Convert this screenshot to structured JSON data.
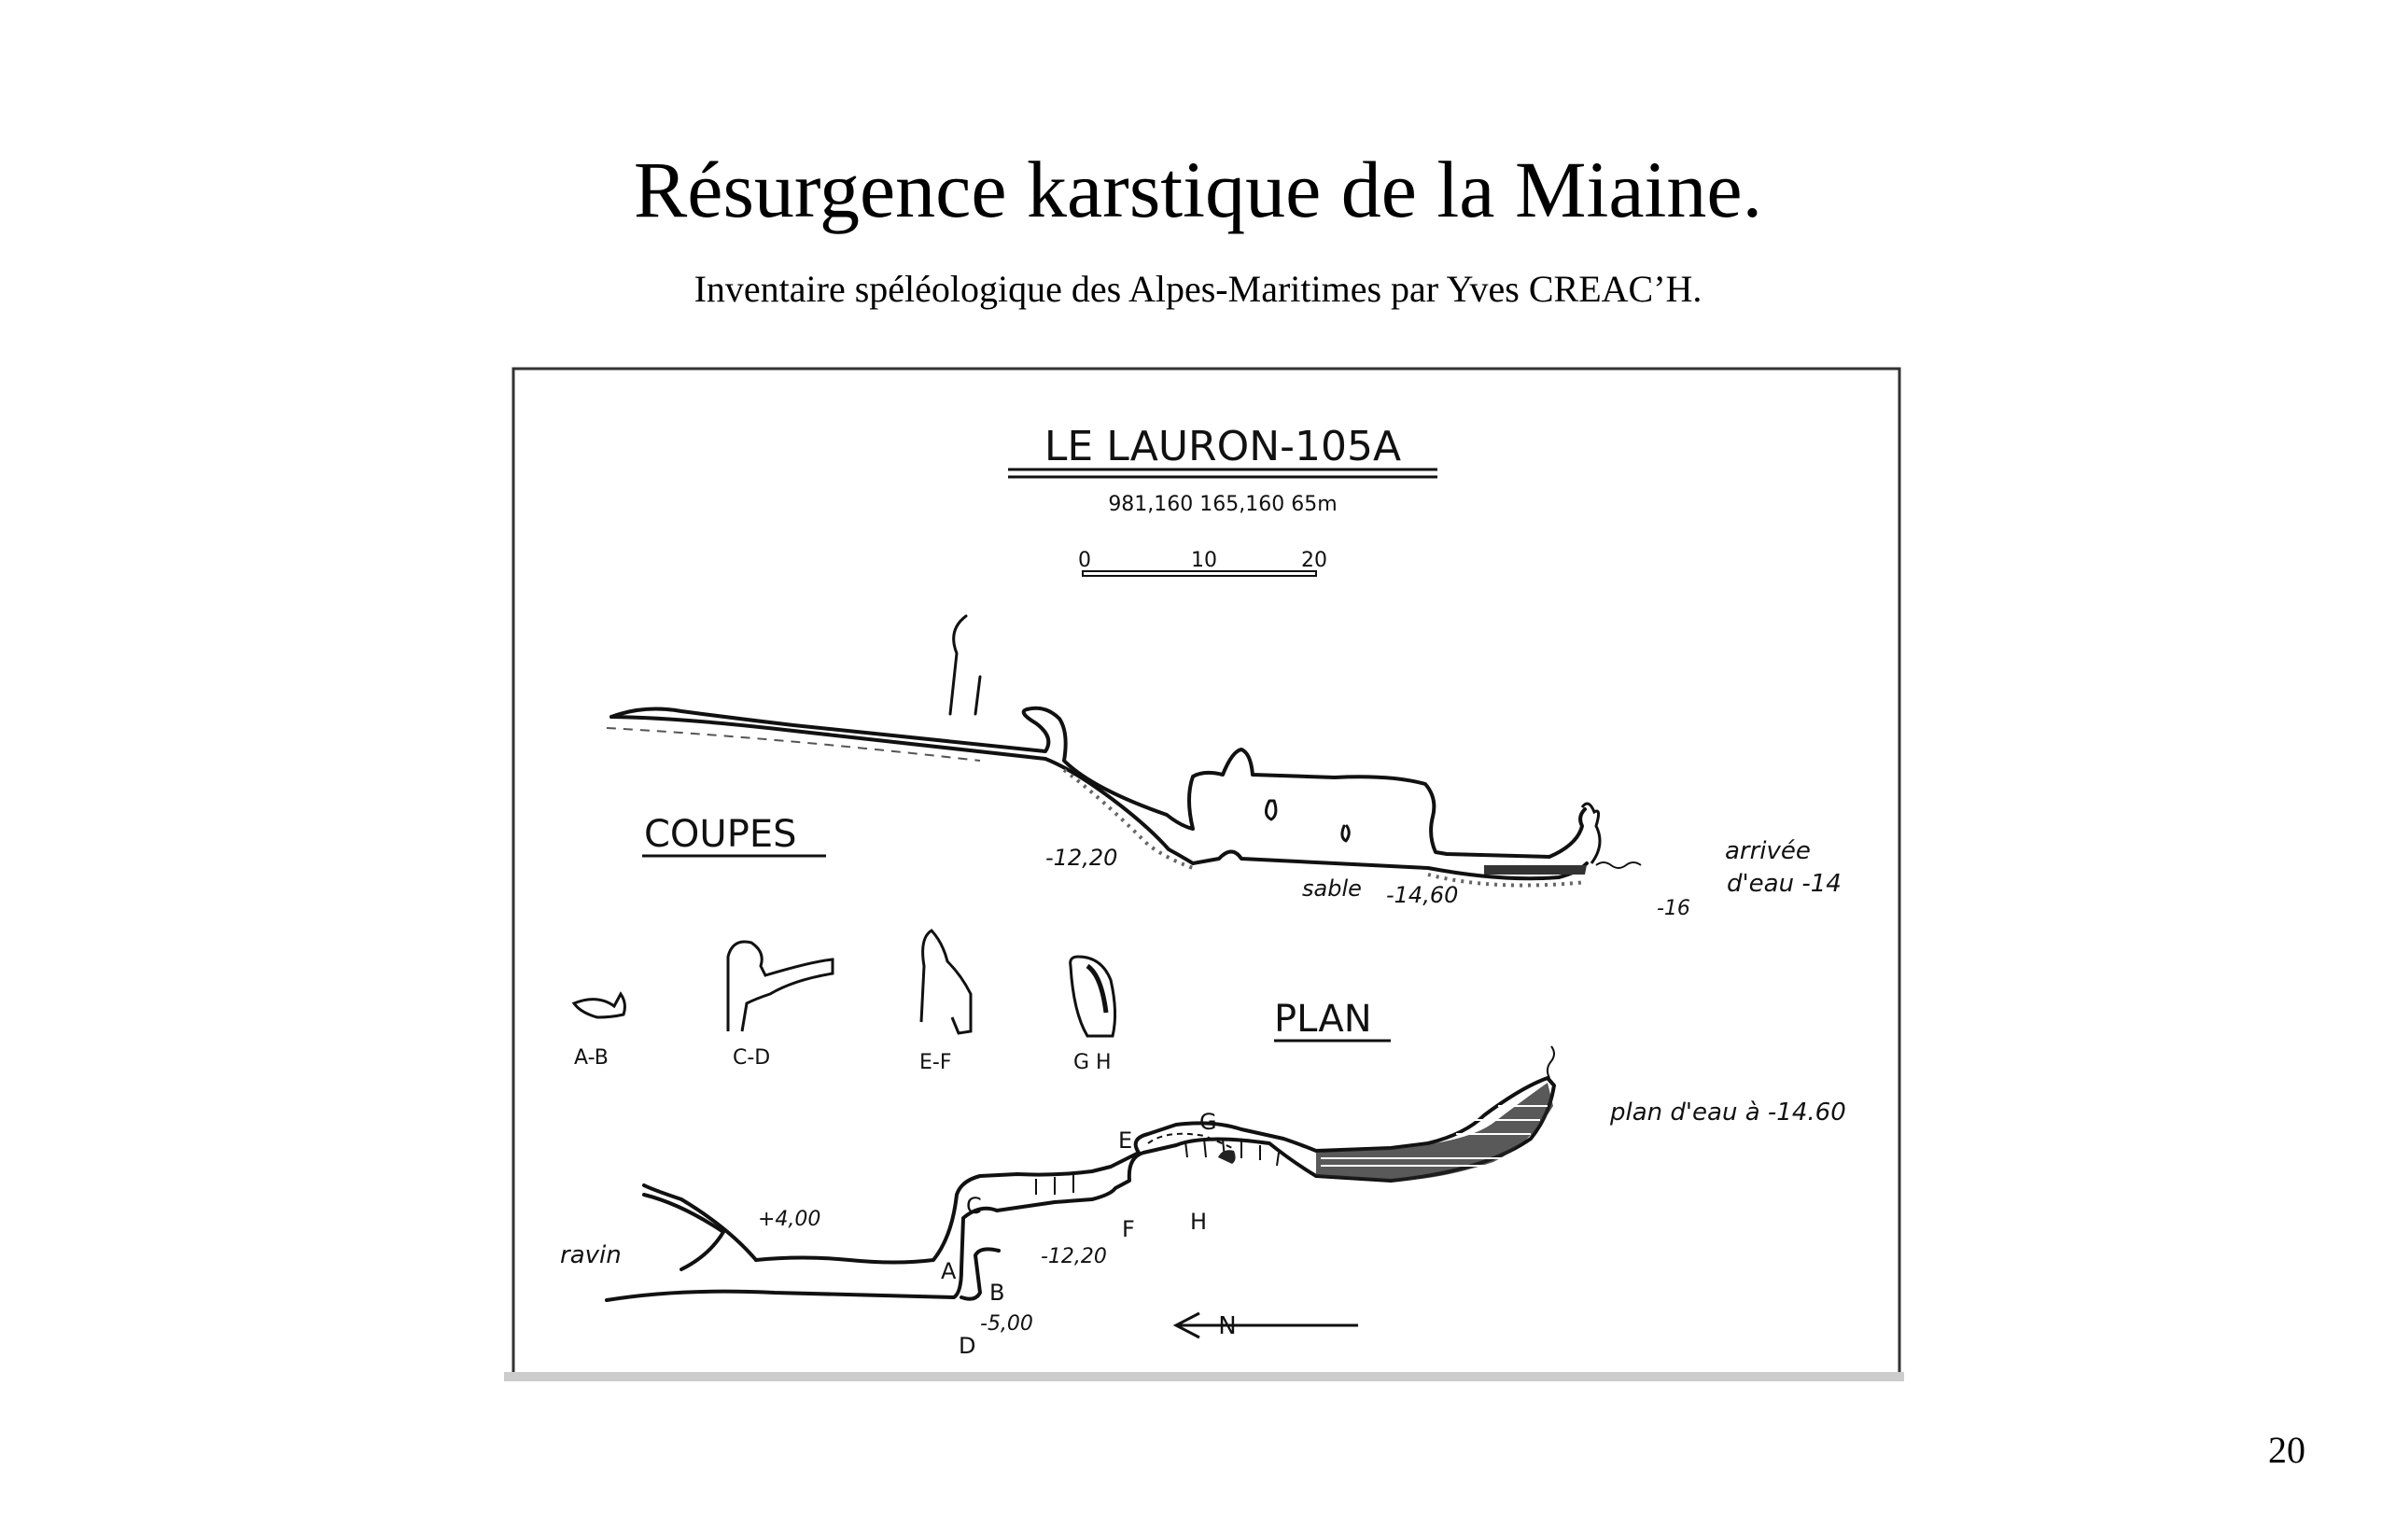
{
  "page": {
    "title": "Résurgence karstique de la Miaine.",
    "subtitle": "Inventaire spéléologique des Alpes-Maritimes par Yves CREAC’H.",
    "number": "20"
  },
  "diagram": {
    "heading": "LE LAURON-105A",
    "coordinates": "981,160   165,160   65m",
    "scale_ticks": [
      "0",
      "10",
      "20"
    ],
    "section_label": "COUPES",
    "plan_label": "PLAN",
    "section_annotations": {
      "depth_1220": "-12,20",
      "sable": "sable",
      "depth_1460": "-14,60",
      "depth_16": "-16",
      "arrivee": "arrivée",
      "deau": "d'eau -14"
    },
    "cross_sections": [
      "A-B",
      "C-D",
      "E-F",
      "G  H"
    ],
    "plan_annotations": {
      "plan_deau": "plan d'eau à -14.60",
      "ravin": "ravin",
      "plus400": "+4,00",
      "minus1220": "-12,20",
      "minus500": "-5,00",
      "letter_a": "A",
      "letter_b": "B",
      "letter_c": "C",
      "letter_d": "D",
      "letter_e": "E",
      "letter_f": "F",
      "letter_g": "G",
      "letter_h": "H",
      "north": "N"
    }
  },
  "colors": {
    "ink": "#111111",
    "background": "#ffffff",
    "frame": "#333333"
  }
}
